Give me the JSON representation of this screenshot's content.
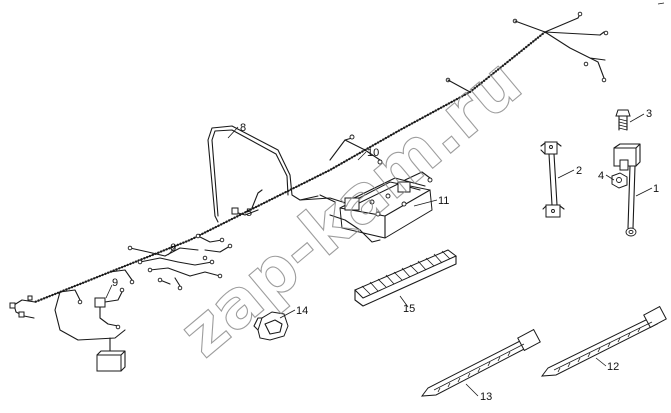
{
  "watermark": "zap-kam.ru",
  "callouts": [
    "1",
    "2",
    "3",
    "4",
    "5",
    "6",
    "8",
    "9",
    "10",
    "11",
    "12",
    "13",
    "14",
    "15"
  ]
}
